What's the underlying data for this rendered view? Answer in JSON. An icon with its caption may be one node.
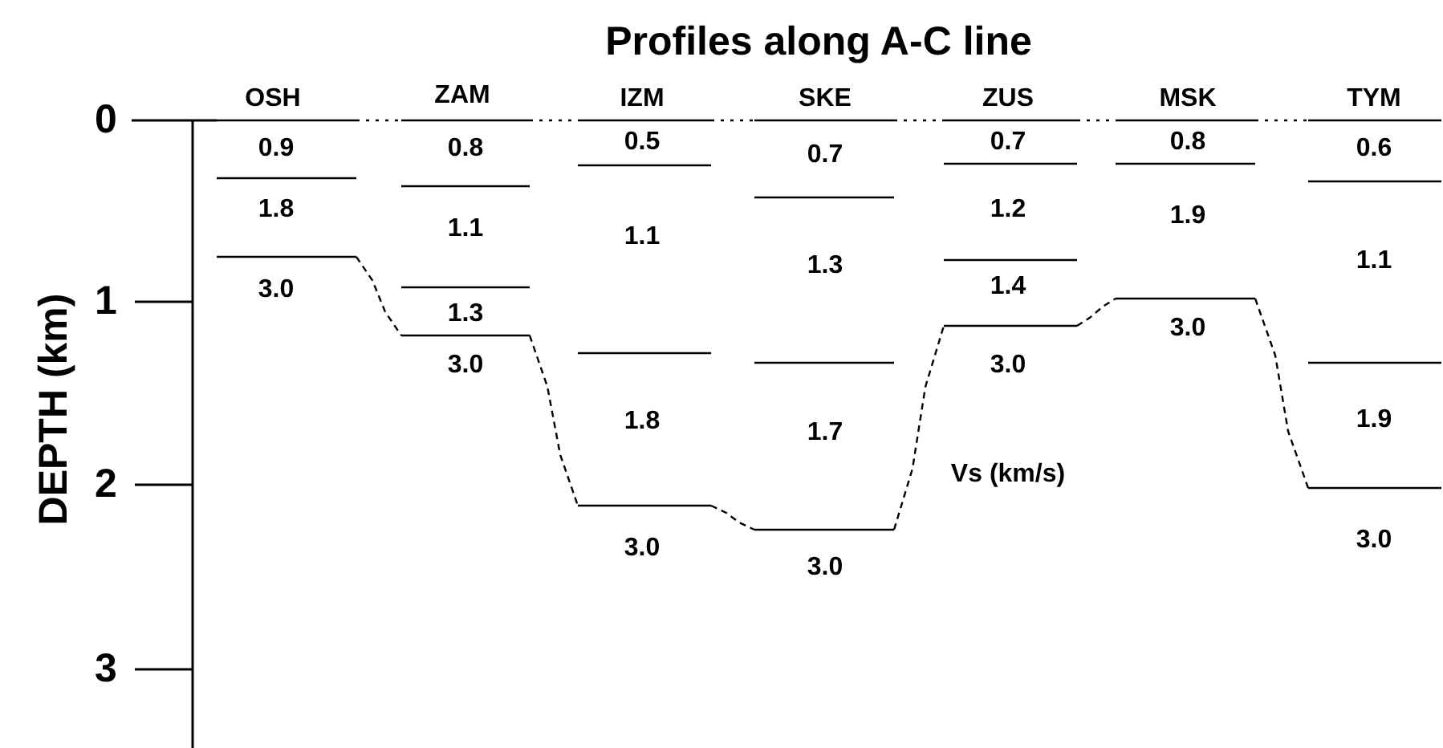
{
  "diagram": {
    "title": "Profiles along A-C line",
    "labels": [
      "DEPTH (km)",
      "0",
      "1",
      "2",
      "3",
      "OSH",
      "ZAM",
      "IZM",
      "SKE",
      "ZUS",
      "MSK",
      "TYM",
      "0.9",
      "1.8",
      "3.0",
      "0.8",
      "1.1",
      "1.3",
      "3.0",
      "0.5",
      "1.1",
      "1.8",
      "3.0",
      "0.7",
      "1.3",
      "1.7",
      "3.0",
      "0.7",
      "1.2",
      "1.4",
      "3.0",
      "0.8",
      "1.9",
      "3.0",
      "0.6",
      "1.1",
      "1.9",
      "3.0",
      "Vs (km/s)"
    ]
  }
}
